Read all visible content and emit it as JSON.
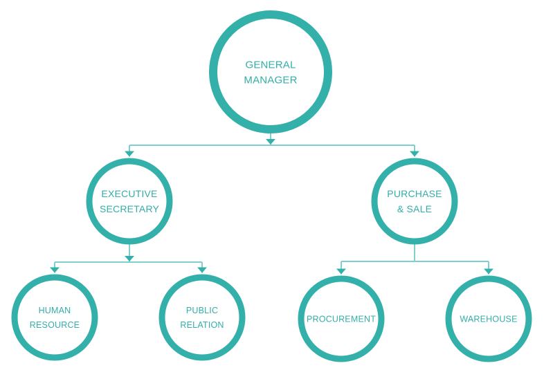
{
  "diagram": {
    "type": "organization-chart",
    "colors": {
      "node_stroke": "#33b0aa",
      "node_fill": "#ffffff",
      "label": "#33aea8",
      "connector": "#7fd0cc",
      "arrow": "#33b0aa"
    },
    "nodes": [
      {
        "id": "general-manager",
        "level": 0,
        "lines": [
          "GENERAL",
          "MANAGER"
        ],
        "parent": null
      },
      {
        "id": "executive-secretary",
        "level": 1,
        "lines": [
          "EXECUTIVE",
          "SECRETARY"
        ],
        "parent": "general-manager"
      },
      {
        "id": "purchase-sale",
        "level": 1,
        "lines": [
          "PURCHASE",
          "& SALE"
        ],
        "parent": "general-manager"
      },
      {
        "id": "human-resource",
        "level": 2,
        "lines": [
          "HUMAN",
          "RESOURCE"
        ],
        "parent": "executive-secretary"
      },
      {
        "id": "public-relation",
        "level": 2,
        "lines": [
          "PUBLIC",
          "RELATION"
        ],
        "parent": "executive-secretary"
      },
      {
        "id": "procurement",
        "level": 2,
        "lines": [
          "PROCUREMENT"
        ],
        "parent": "purchase-sale"
      },
      {
        "id": "warehouse",
        "level": 2,
        "lines": [
          "WAREHOUSE"
        ],
        "parent": "purchase-sale"
      }
    ],
    "edges": [
      {
        "from": "general-manager",
        "to": "executive-secretary",
        "branch_arrow": true,
        "target_arrow": true
      },
      {
        "from": "general-manager",
        "to": "purchase-sale",
        "branch_arrow": true,
        "target_arrow": true
      },
      {
        "from": "executive-secretary",
        "to": "human-resource",
        "branch_arrow": true,
        "target_arrow": true
      },
      {
        "from": "executive-secretary",
        "to": "public-relation",
        "branch_arrow": true,
        "target_arrow": true
      },
      {
        "from": "purchase-sale",
        "to": "procurement",
        "branch_arrow": false,
        "target_arrow": true
      },
      {
        "from": "purchase-sale",
        "to": "warehouse",
        "branch_arrow": false,
        "target_arrow": true
      }
    ]
  }
}
